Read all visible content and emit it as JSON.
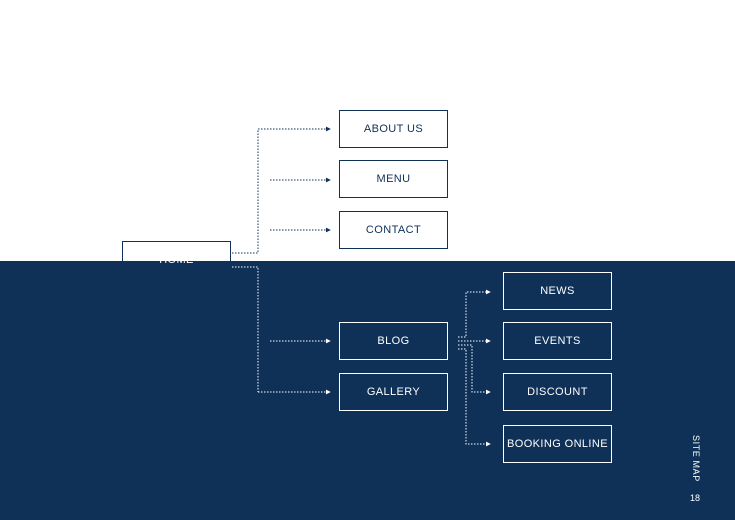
{
  "site_map": {
    "home": "HOME",
    "top_pages": [
      "ABOUT US",
      "MENU",
      "CONTACT"
    ],
    "bottom_pages": [
      "BLOG",
      "GALLERY"
    ],
    "blog_children": [
      "NEWS",
      "EVENTS",
      "DISCOUNT",
      "BOOKING ONLINE"
    ]
  },
  "footer": {
    "section_label": "SITE MAP",
    "page_number": "18"
  },
  "colors": {
    "navy": "#0f3158",
    "white": "#ffffff"
  }
}
